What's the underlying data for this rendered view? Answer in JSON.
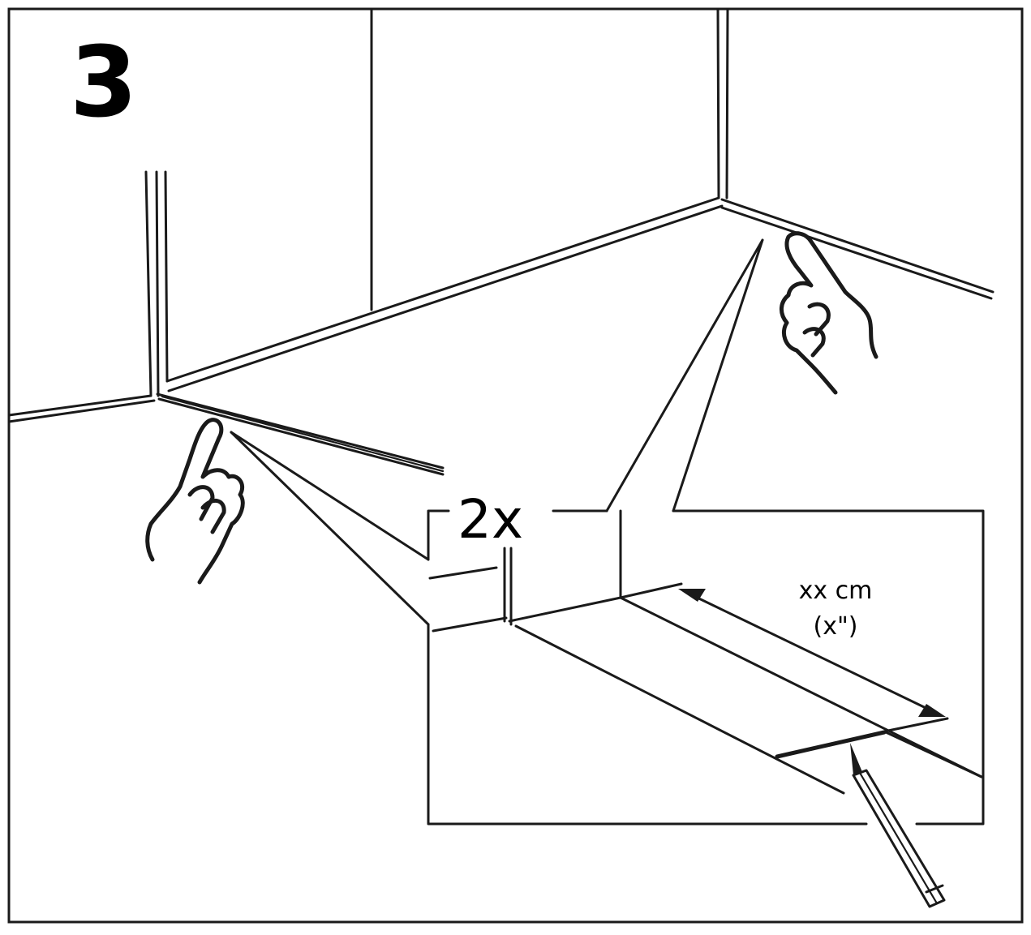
{
  "step_number": "3",
  "multiplier": "2x",
  "dimension": {
    "metric": "xx cm",
    "imperial": "(x\")"
  },
  "icons": [
    "hand-pointing-icon",
    "hand-pointing-icon",
    "pencil-icon",
    "dimension-arrow-icon"
  ],
  "colors": {
    "ink": "#1a1a1a",
    "background": "#ffffff"
  }
}
